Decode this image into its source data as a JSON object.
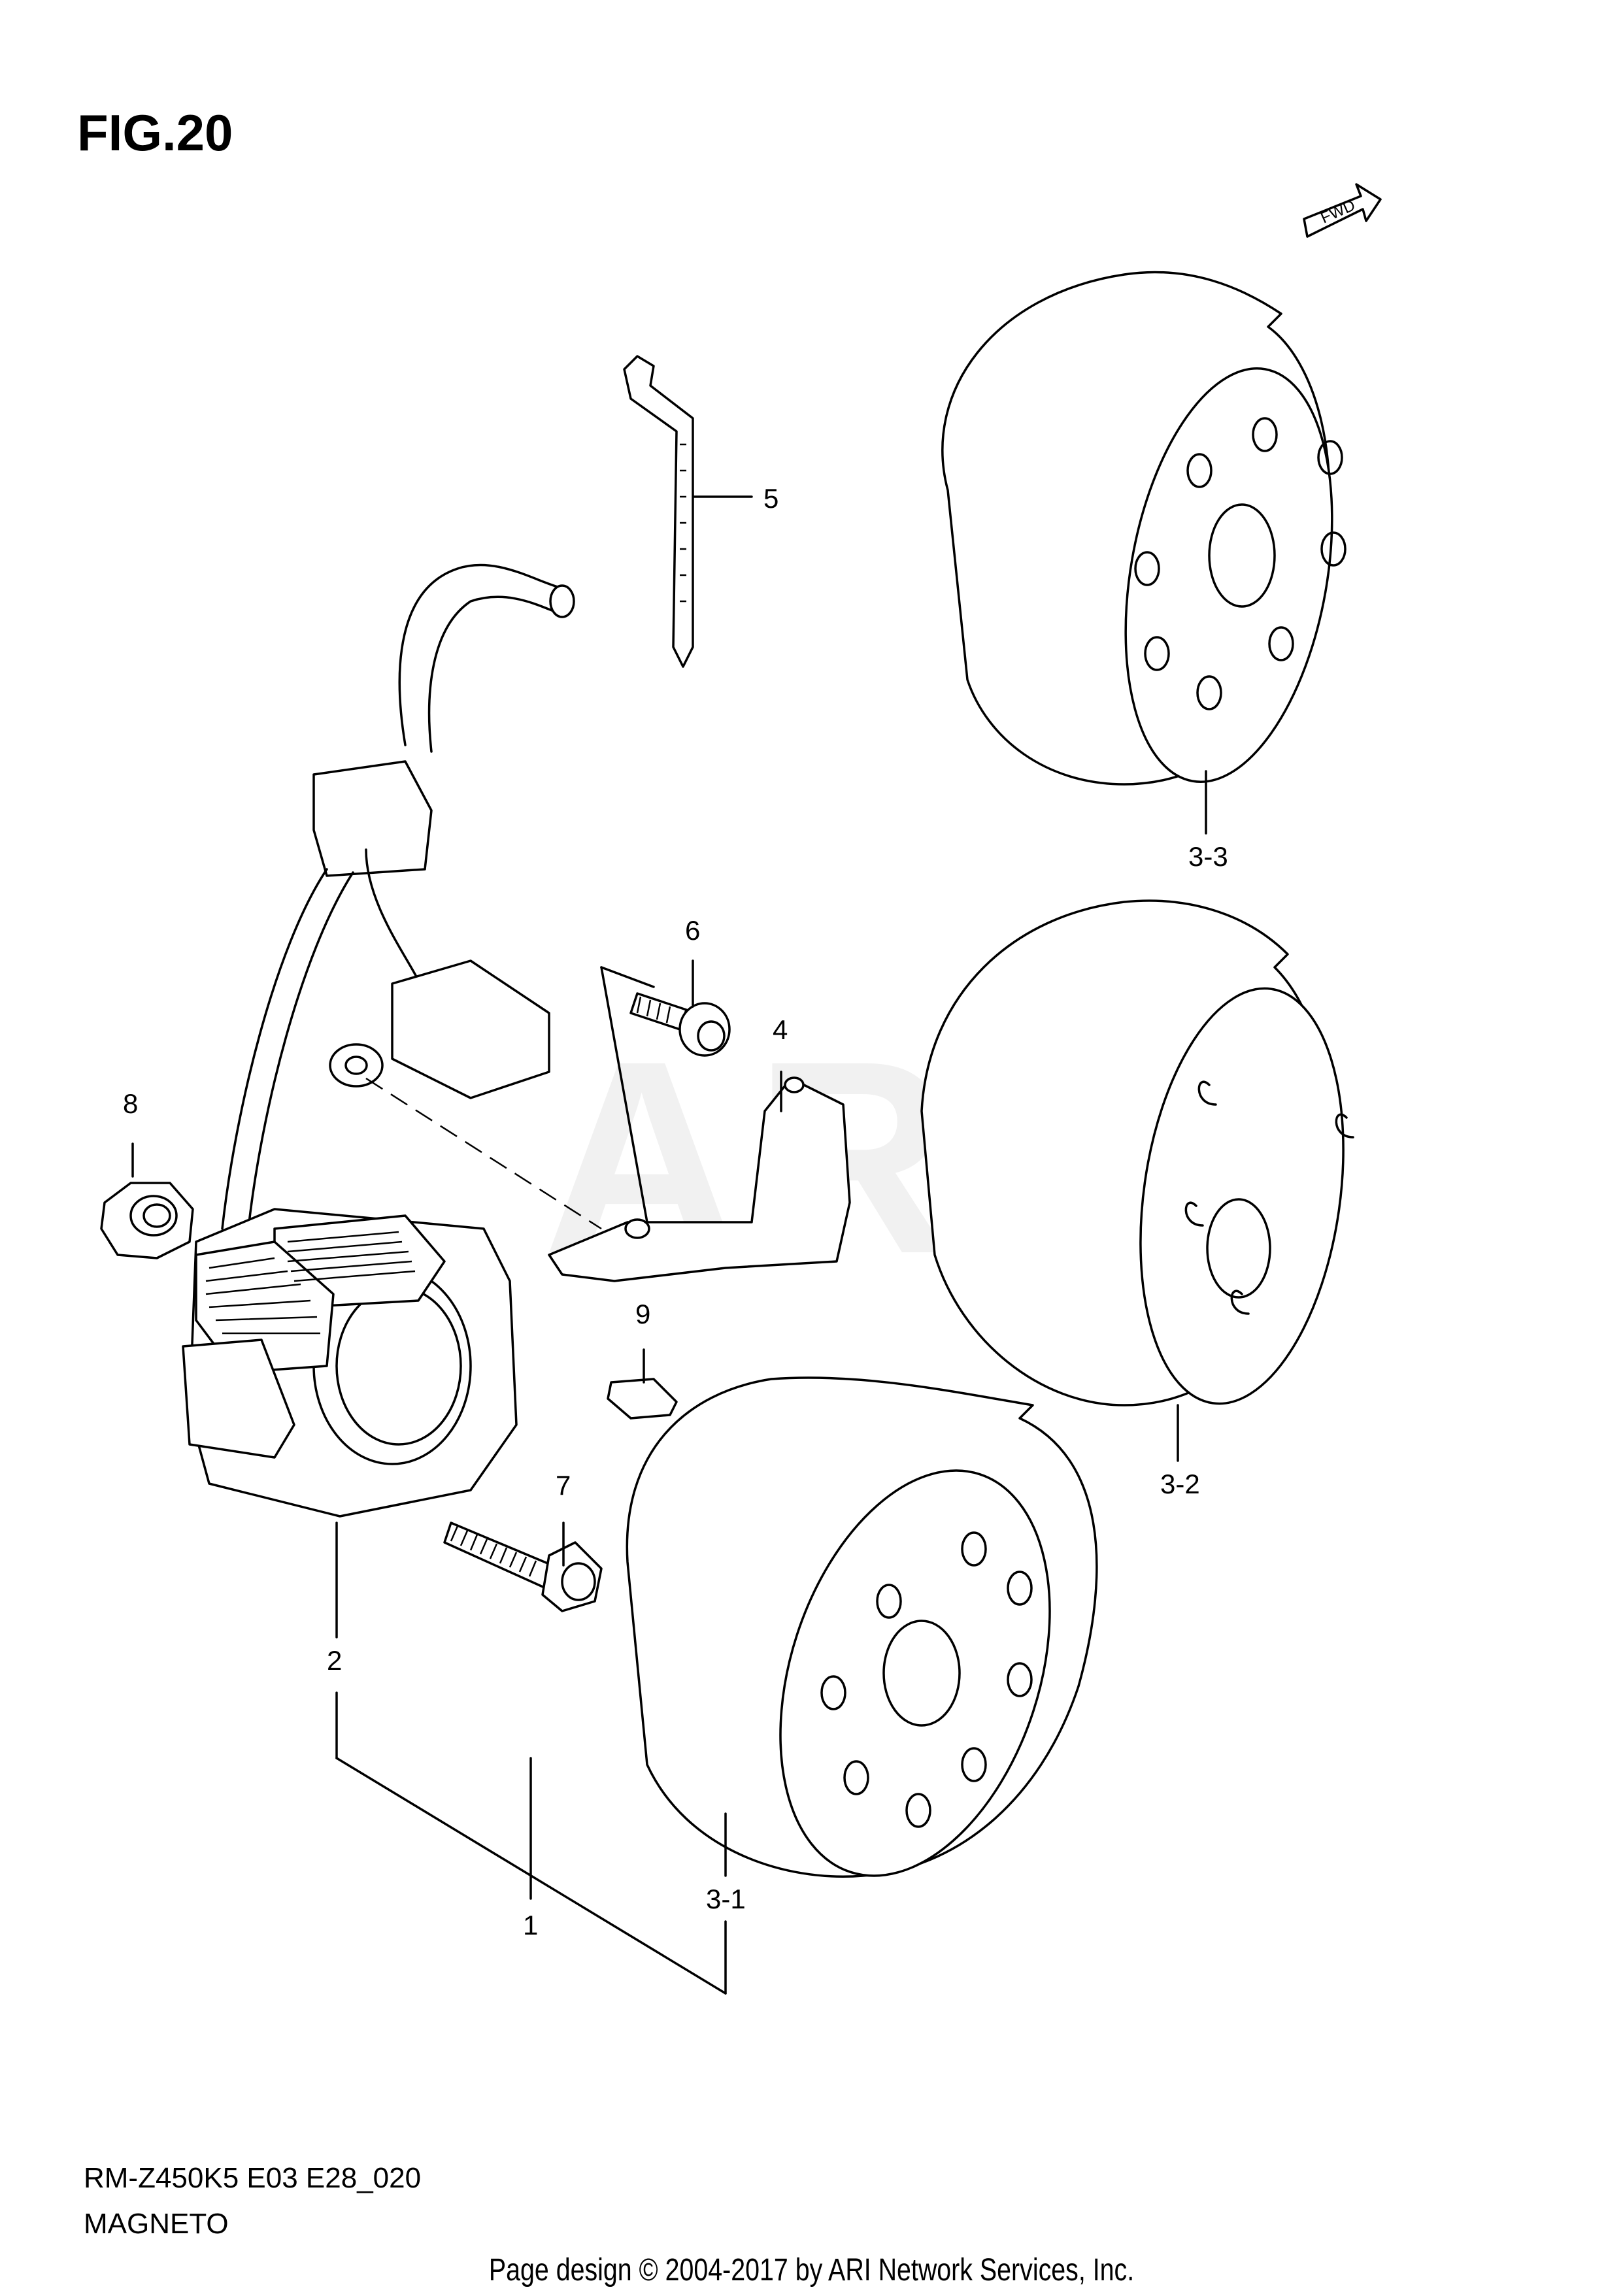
{
  "figure": {
    "title": "FIG.20",
    "watermark": "ARI",
    "fwd_label": "FWD"
  },
  "callouts": {
    "c1": "1",
    "c2": "2",
    "c3_1": "3-1",
    "c3_2": "3-2",
    "c3_3": "3-3",
    "c4": "4",
    "c5": "5",
    "c6": "6",
    "c7": "7",
    "c8": "8",
    "c9": "9"
  },
  "footer": {
    "model_code": "RM-Z450K5 E03 E28_020",
    "section_name": "MAGNETO",
    "copyright": "Page design © 2004-2017 by ARI Network Services, Inc."
  }
}
